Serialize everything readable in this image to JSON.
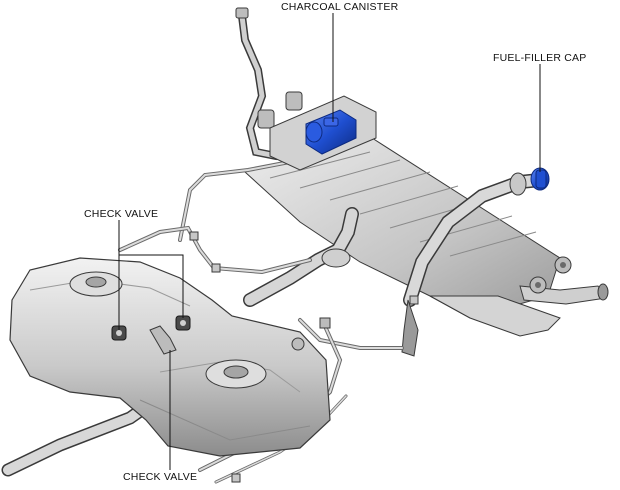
{
  "labels": {
    "charcoal_canister": "CHARCOAL CANISTER",
    "fuel_filler_cap": "FUEL-FILLER CAP",
    "check_valve_upper": "CHECK VALVE",
    "check_valve_lower": "CHECK VALVE"
  },
  "colors": {
    "background": "#ffffff",
    "metal_light": "#e4e4e4",
    "metal_mid": "#bdbdbd",
    "metal_dark": "#7a7a7a",
    "outline": "#3a3a3a",
    "highlight_blue": "#1f4fd1",
    "highlight_blue_dark": "#0d2a80"
  }
}
